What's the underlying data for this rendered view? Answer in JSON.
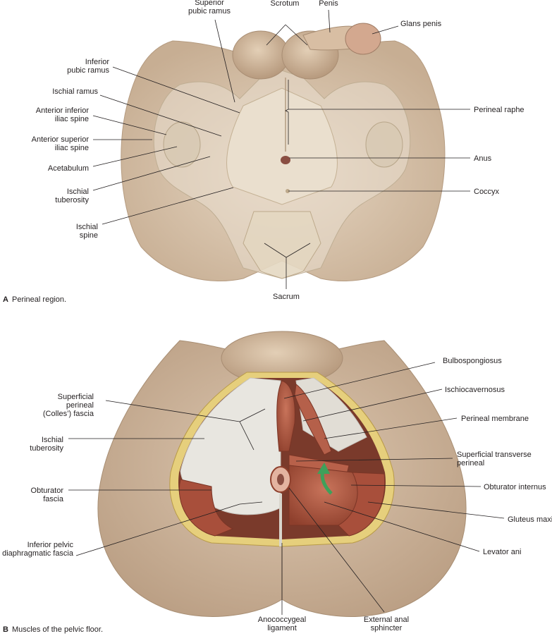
{
  "panel_a": {
    "caption_letter": "A",
    "caption_text": "Perineal region.",
    "labels": {
      "superior_pubic_ramus": [
        "Superior",
        "pubic ramus"
      ],
      "scrotum": [
        "Scrotum"
      ],
      "penis": [
        "Penis"
      ],
      "glans_penis": [
        "Glans penis"
      ],
      "inferior_pubic_ramus": [
        "Inferior",
        "pubic ramus"
      ],
      "ischial_ramus": [
        "Ischial ramus"
      ],
      "anterior_inferior_iliac_spine": [
        "Anterior inferior",
        "iliac spine"
      ],
      "anterior_superior_iliac_spine": [
        "Anterior superior",
        "iliac spine"
      ],
      "acetabulum": [
        "Acetabulum"
      ],
      "ischial_tuberosity": [
        "Ischial",
        "tuberosity"
      ],
      "ischial_spine": [
        "Ischial",
        "spine"
      ],
      "perineal_raphe": [
        "Perineal raphe"
      ],
      "anus": [
        "Anus"
      ],
      "coccyx": [
        "Coccyx"
      ],
      "sacrum": [
        "Sacrum"
      ]
    }
  },
  "panel_b": {
    "caption_letter": "B",
    "caption_text": "Muscles of the pelvic floor.",
    "labels": {
      "superficial_perineal_fascia": [
        "Superficial",
        "perineal",
        "(Colles’) fascia"
      ],
      "ischial_tuberosity": [
        "Ischial",
        "tuberosity"
      ],
      "obturator_fascia": [
        "Obturator",
        "fascia"
      ],
      "inferior_pelvic_diaphragmatic_fascia": [
        "Inferior pelvic",
        "diaphragmatic fascia"
      ],
      "anococcygeal_ligament": [
        "Anococcygeal",
        "ligament"
      ],
      "external_anal_sphincter": [
        "External anal",
        "sphincter"
      ],
      "bulbospongiosus": [
        "Bulbospongiosus"
      ],
      "ischiocavernosus": [
        "Ischiocavernosus"
      ],
      "perineal_membrane": [
        "Perineal membrane"
      ],
      "superficial_transverse_perineal": [
        "Superficial transverse",
        "perineal"
      ],
      "obturator_internus": [
        "Obturator internus"
      ],
      "gluteus_maximus": [
        "Gluteus maximus"
      ],
      "levator_ani": [
        "Levator ani"
      ]
    }
  },
  "colors": {
    "skin": "#d9c5ae",
    "skin_dark": "#c4ab90",
    "bone": "#e6dccb",
    "muscle": "#b8614a",
    "muscle_dark": "#8e3f2c",
    "fascia": "#e8e6e0",
    "fat": "#e6cf7c",
    "arrow": "#3fa05a"
  }
}
